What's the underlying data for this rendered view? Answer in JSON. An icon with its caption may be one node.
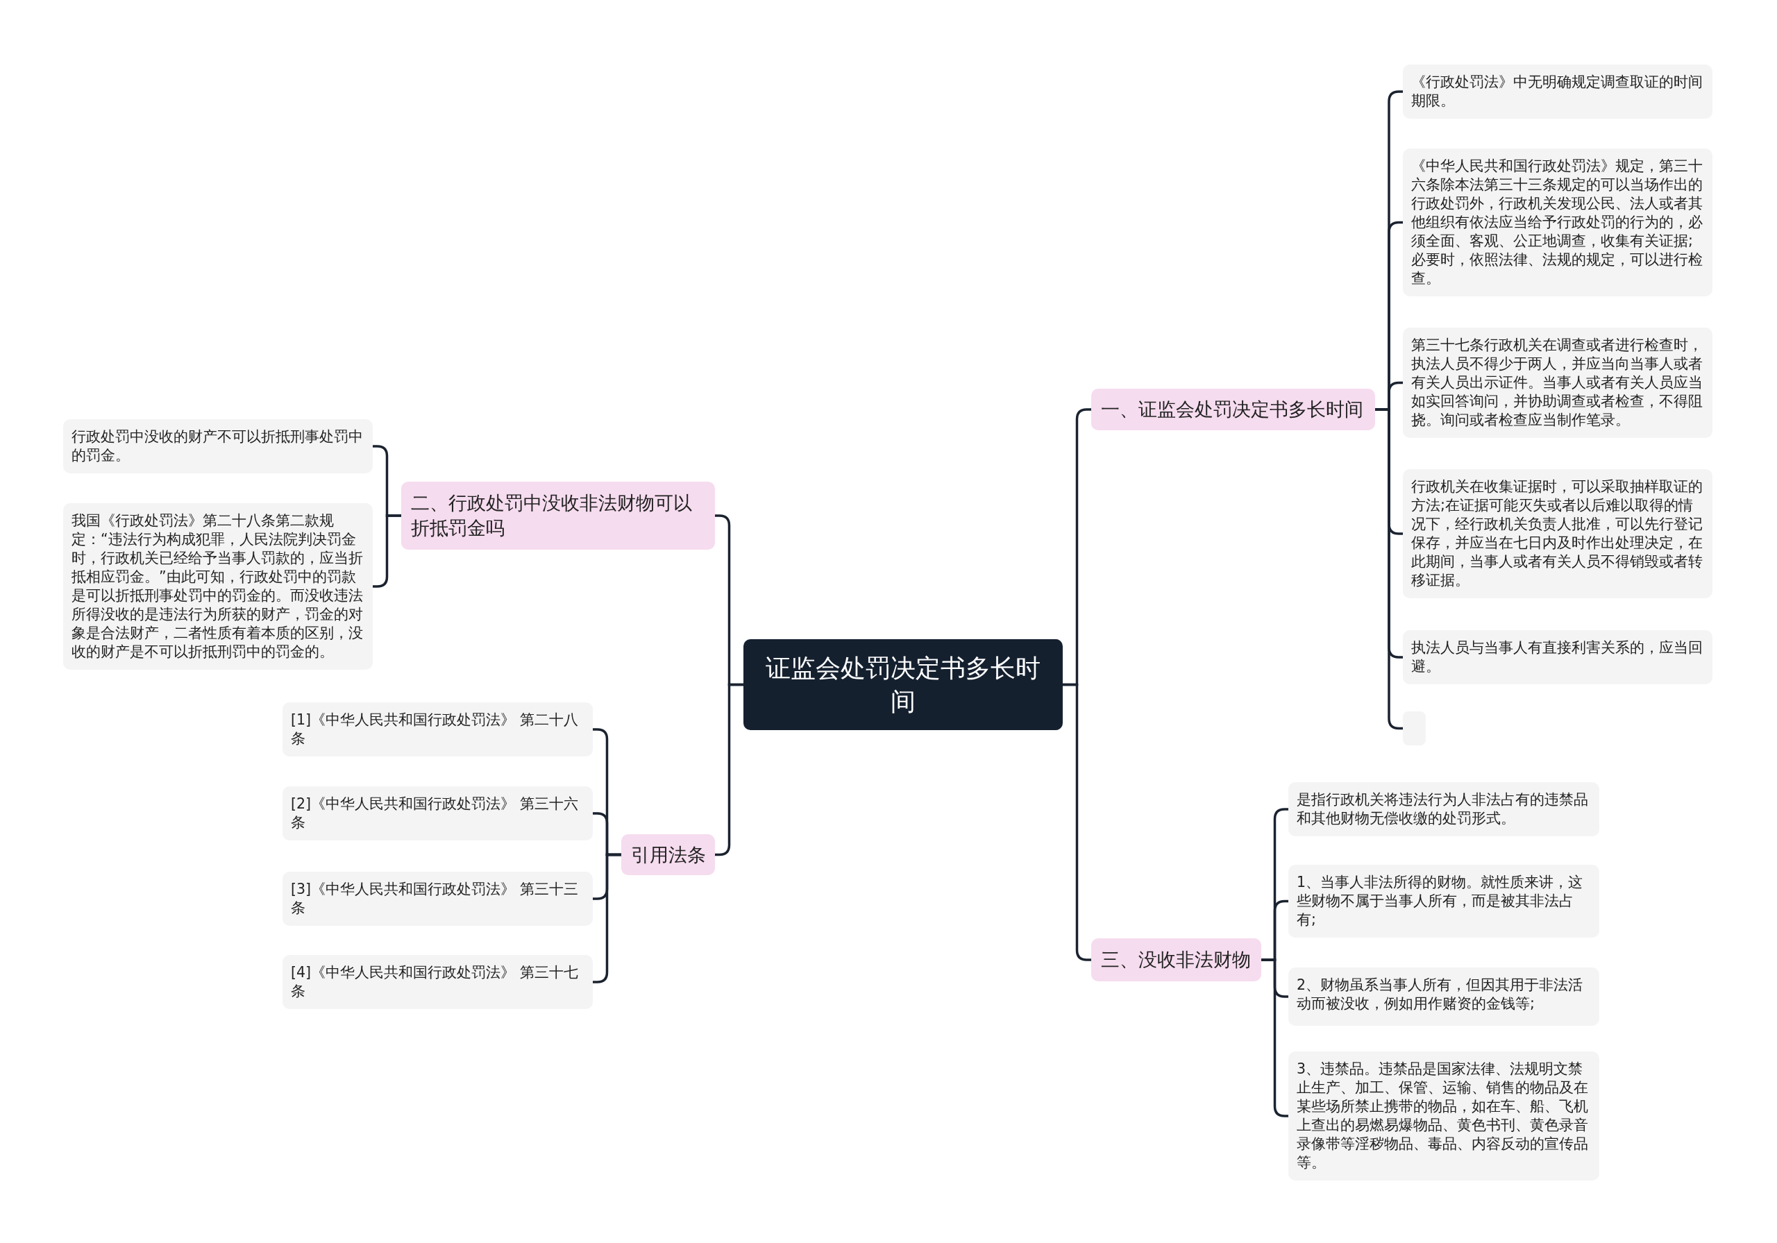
{
  "diagram": {
    "nodes": [
      {
        "text": [
          "证监会处罚决定书多长时间"
        ]
      },
      {
        "text": [
          "一、证监会处罚决定书多长时间"
        ]
      },
      {
        "text": [
          "《行政处罚法》中无明确规定调查取证的时间期限。"
        ]
      },
      {
        "text": [
          "《中华人民共和国行政处罚法》规定，第三十六条除本法第三十三条规定的可以当场作出的行政处罚外，行政机关发现公民、法人或者其他组织有依法应当给予行政处罚的行为的，必须全面、客观、公正地调查，收集有关证据;必要时，依照法律、法规的规定，可以进行检查。"
        ]
      },
      {
        "text": [
          "第三十七条行政机关在调查或者进行检查时，执法人员不得少于两人，并应当向当事人或者有关人员出示证件。当事人或者有关人员应当如实回答询问，并协助调查或者检查，不得阻挠。询问或者检查应当制作笔录。"
        ]
      },
      {
        "text": [
          "行政机关在收集证据时，可以采取抽样取证的方法;在证据可能灭失或者以后难以取得的情况下，经行政机关负责人批准，可以先行登记保存，并应当在七日内及时作出处理决定，在此期间，当事人或者有关人员不得销毁或者转移证据。"
        ]
      },
      {
        "text": [
          "执法人员与当事人有直接利害关系的，应当回避。"
        ]
      },
      {
        "text": [],
        "shape": "box"
      },
      {
        "text": [
          "三、没收非法财物"
        ]
      },
      {
        "text": [
          "是指行政机关将违法行为人非法占有的违禁品和其他财物无偿收缴的处罚形式。"
        ]
      },
      {
        "text": [
          "1、当事人非法所得的财物。就性质来讲，这些财物不属于当事人所有，而是被其非法占有;"
        ]
      },
      {
        "text": [
          "2、财物虽系当事人所有，但因其用于非法活动而被没收，例如用作赌资的金钱等;"
        ]
      },
      {
        "text": [
          "3、违禁品。违禁品是国家法律、法规明文禁止生产、加工、保管、运输、销售的物品及在某些场所禁止携带的物品，如在车、船、飞机上查出的易燃易爆物品、黄色书刊、黄色录音录像带等淫秽物品、毒品、内容反动的宣传品等。"
        ]
      },
      {
        "text": [
          "二、行政处罚中没收非法财物可以折抵罚金吗"
        ]
      },
      {
        "text": [
          "行政处罚中没收的财产不可以折抵刑事处罚中的罚金。"
        ]
      },
      {
        "text": [
          "我国《行政处罚法》第二十八条第二款规定：“违法行为构成犯罪，人民法院判决罚金时，行政机关已经给予当事人罚款的，应当折抵相应罚金。”由此可知，行政处罚中的罚款是可以折抵刑事处罚中的罚金的。而没收违法所得没收的是违法行为所获的财产，罚金的对象是合法财产，二者性质有着本质的区别，没收的财产是不可以折抵刑罚中的罚金的。"
        ]
      },
      {
        "text": [
          "引用法条"
        ]
      },
      {
        "text": [
          "[1]《中华人民共和国行政处罚法》 第二十八条"
        ]
      },
      {
        "text": [
          "[2]《中华人民共和国行政处罚法》 第三十六条"
        ]
      },
      {
        "text": [
          "[3]《中华人民共和国行政处罚法》 第三十三条"
        ]
      },
      {
        "text": [
          "[4]《中华人民共和国行政处罚法》 第三十七条"
        ]
      }
    ],
    "edges": [
      {
        "from": 0,
        "to": 1,
        "arrow": "none"
      },
      {
        "from": 1,
        "to": 2,
        "arrow": "none"
      },
      {
        "from": 1,
        "to": 3,
        "arrow": "none"
      },
      {
        "from": 1,
        "to": 4,
        "arrow": "none"
      },
      {
        "from": 1,
        "to": 5,
        "arrow": "none"
      },
      {
        "from": 1,
        "to": 6,
        "arrow": "none"
      },
      {
        "from": 1,
        "to": 7,
        "arrow": "none"
      },
      {
        "from": 0,
        "to": 8,
        "arrow": "none"
      },
      {
        "from": 8,
        "to": 9,
        "arrow": "none"
      },
      {
        "from": 8,
        "to": 10,
        "arrow": "none"
      },
      {
        "from": 8,
        "to": 11,
        "arrow": "none"
      },
      {
        "from": 8,
        "to": 12,
        "arrow": "none"
      },
      {
        "from": 0,
        "to": 13,
        "arrow": "none"
      },
      {
        "from": 13,
        "to": 14,
        "arrow": "none"
      },
      {
        "from": 13,
        "to": 15,
        "arrow": "none"
      },
      {
        "from": 0,
        "to": 16,
        "arrow": "none"
      },
      {
        "from": 16,
        "to": 17,
        "arrow": "none"
      },
      {
        "from": 16,
        "to": 18,
        "arrow": "none"
      },
      {
        "from": 16,
        "to": 19,
        "arrow": "none"
      },
      {
        "from": 16,
        "to": 20,
        "arrow": "none"
      }
    ]
  }
}
